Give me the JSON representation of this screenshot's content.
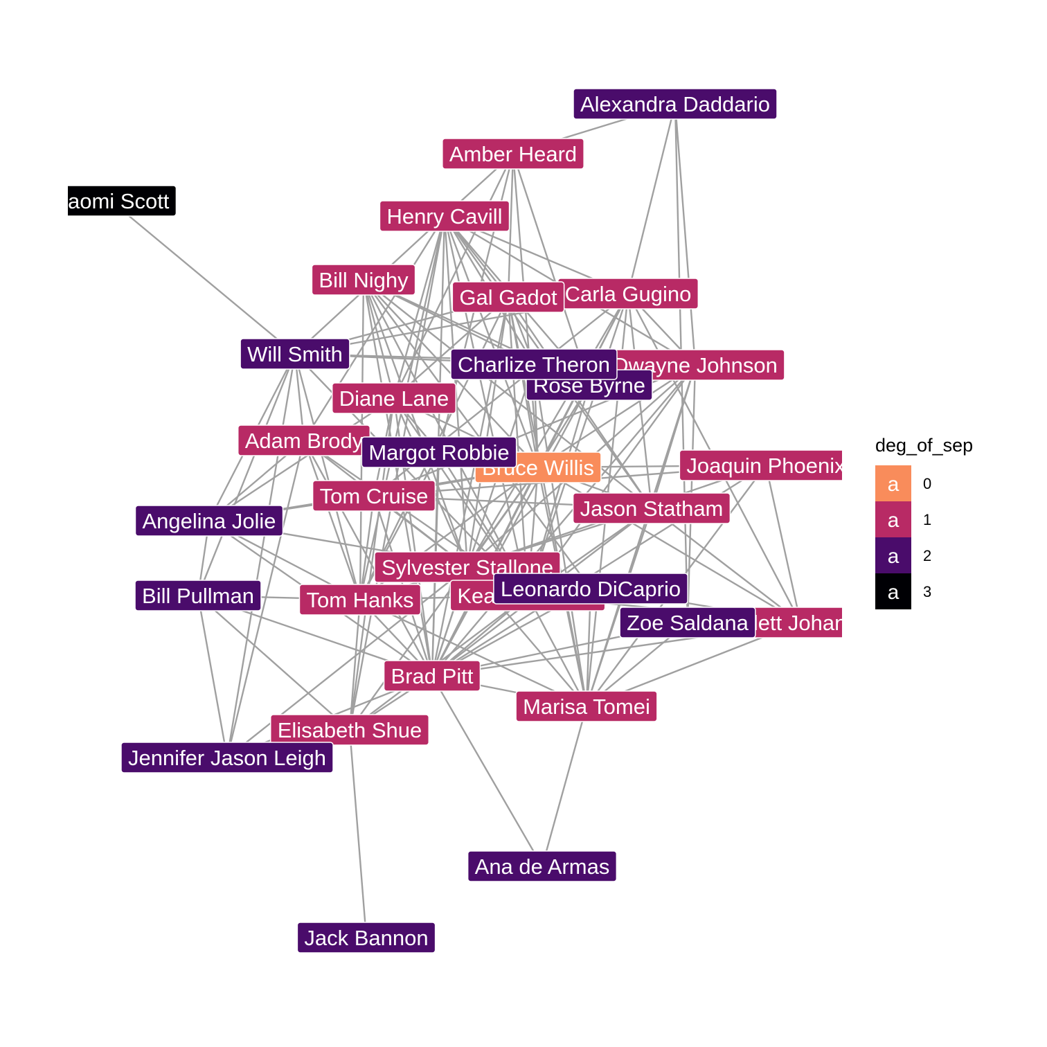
{
  "colors": {
    "edge": "#a0a0a0",
    "deg_0": "#f98c5b",
    "deg_1": "#b82a65",
    "deg_2": "#4a0c6b",
    "deg_3": "#000004"
  },
  "legend": {
    "title": "deg_of_sep",
    "key_glyph": "a",
    "levels": [
      "0",
      "1",
      "2",
      "3"
    ]
  },
  "nodes": [
    {
      "id": "alexandra",
      "label": "Alexandra Daddario",
      "deg": 2
    },
    {
      "id": "amber",
      "label": "Amber Heard",
      "deg": 1
    },
    {
      "id": "naomi",
      "label": "Naomi Scott",
      "deg": 3
    },
    {
      "id": "henry",
      "label": "Henry Cavill",
      "deg": 1
    },
    {
      "id": "billnighy",
      "label": "Bill Nighy",
      "deg": 1
    },
    {
      "id": "carla",
      "label": "Carla Gugino",
      "deg": 1
    },
    {
      "id": "gal",
      "label": "Gal Gadot",
      "deg": 1
    },
    {
      "id": "willsmith",
      "label": "Will Smith",
      "deg": 2
    },
    {
      "id": "dwayne",
      "label": "Dwayne Johnson",
      "deg": 1
    },
    {
      "id": "rose",
      "label": "Rose Byrne",
      "deg": 2
    },
    {
      "id": "charlize",
      "label": "Charlize Theron",
      "deg": 2
    },
    {
      "id": "diane",
      "label": "Diane Lane",
      "deg": 1
    },
    {
      "id": "adam",
      "label": "Adam Brody",
      "deg": 1
    },
    {
      "id": "bruce",
      "label": "Bruce Willis",
      "deg": 0
    },
    {
      "id": "margot",
      "label": "Margot Robbie",
      "deg": 2
    },
    {
      "id": "joaquin",
      "label": "Joaquin Phoenix",
      "deg": 1
    },
    {
      "id": "tomcruise",
      "label": "Tom Cruise",
      "deg": 1
    },
    {
      "id": "jason",
      "label": "Jason Statham",
      "deg": 1
    },
    {
      "id": "angelina",
      "label": "Angelina Jolie",
      "deg": 2
    },
    {
      "id": "sylvester",
      "label": "Sylvester Stallone",
      "deg": 1
    },
    {
      "id": "billpullman",
      "label": "Bill Pullman",
      "deg": 2
    },
    {
      "id": "tomhanks",
      "label": "Tom Hanks",
      "deg": 1
    },
    {
      "id": "keanu",
      "label": "Keanu Reeves",
      "deg": 1
    },
    {
      "id": "leonardo",
      "label": "Leonardo DiCaprio",
      "deg": 2
    },
    {
      "id": "scarlett",
      "label": "Scarlett Johansson",
      "deg": 1
    },
    {
      "id": "zoe",
      "label": "Zoe Saldana",
      "deg": 2
    },
    {
      "id": "brad",
      "label": "Brad Pitt",
      "deg": 1
    },
    {
      "id": "marisa",
      "label": "Marisa Tomei",
      "deg": 1
    },
    {
      "id": "elisabeth",
      "label": "Elisabeth Shue",
      "deg": 1
    },
    {
      "id": "jennifer",
      "label": "Jennifer Jason Leigh",
      "deg": 2
    },
    {
      "id": "ana",
      "label": "Ana de Armas",
      "deg": 2
    },
    {
      "id": "jack",
      "label": "Jack Bannon",
      "deg": 2
    }
  ],
  "edges": [
    [
      "alexandra",
      "amber"
    ],
    [
      "alexandra",
      "carla"
    ],
    [
      "alexandra",
      "dwayne"
    ],
    [
      "alexandra",
      "zoe"
    ],
    [
      "amber",
      "henry"
    ],
    [
      "amber",
      "gal"
    ],
    [
      "amber",
      "bruce"
    ],
    [
      "amber",
      "margot"
    ],
    [
      "amber",
      "rose"
    ],
    [
      "amber",
      "diane"
    ],
    [
      "naomi",
      "willsmith"
    ],
    [
      "henry",
      "gal"
    ],
    [
      "henry",
      "carla"
    ],
    [
      "henry",
      "dwayne"
    ],
    [
      "henry",
      "charlize"
    ],
    [
      "henry",
      "rose"
    ],
    [
      "henry",
      "diane"
    ],
    [
      "henry",
      "adam"
    ],
    [
      "henry",
      "bruce"
    ],
    [
      "henry",
      "jason"
    ],
    [
      "henry",
      "sylvester"
    ],
    [
      "henry",
      "tomhanks"
    ],
    [
      "henry",
      "keanu"
    ],
    [
      "henry",
      "elisabeth"
    ],
    [
      "henry",
      "willsmith"
    ],
    [
      "henry",
      "brad"
    ],
    [
      "billnighy",
      "charlize"
    ],
    [
      "billnighy",
      "bruce"
    ],
    [
      "billnighy",
      "diane"
    ],
    [
      "billnighy",
      "rose"
    ],
    [
      "billnighy",
      "tomhanks"
    ],
    [
      "billnighy",
      "sylvester"
    ],
    [
      "billnighy",
      "keanu"
    ],
    [
      "billnighy",
      "leonardo"
    ],
    [
      "billnighy",
      "brad"
    ],
    [
      "billnighy",
      "jason"
    ],
    [
      "carla",
      "willsmith"
    ],
    [
      "carla",
      "bruce"
    ],
    [
      "carla",
      "dwayne"
    ],
    [
      "carla",
      "jason"
    ],
    [
      "carla",
      "tomcruise"
    ],
    [
      "carla",
      "sylvester"
    ],
    [
      "carla",
      "keanu"
    ],
    [
      "carla",
      "scarlett"
    ],
    [
      "carla",
      "marisa"
    ],
    [
      "carla",
      "brad"
    ],
    [
      "gal",
      "willsmith"
    ],
    [
      "gal",
      "bruce"
    ],
    [
      "gal",
      "charlize"
    ],
    [
      "gal",
      "jason"
    ],
    [
      "gal",
      "sylvester"
    ],
    [
      "gal",
      "keanu"
    ],
    [
      "gal",
      "marisa"
    ],
    [
      "gal",
      "brad"
    ],
    [
      "gal",
      "tomhanks"
    ],
    [
      "gal",
      "diane"
    ],
    [
      "willsmith",
      "charlize"
    ],
    [
      "willsmith",
      "dwayne"
    ],
    [
      "willsmith",
      "adam"
    ],
    [
      "willsmith",
      "angelina"
    ],
    [
      "willsmith",
      "tomhanks"
    ],
    [
      "willsmith",
      "jennifer"
    ],
    [
      "willsmith",
      "keanu"
    ],
    [
      "willsmith",
      "billpullman"
    ],
    [
      "dwayne",
      "bruce"
    ],
    [
      "dwayne",
      "jason"
    ],
    [
      "dwayne",
      "tomcruise"
    ],
    [
      "dwayne",
      "keanu"
    ],
    [
      "dwayne",
      "marisa"
    ],
    [
      "dwayne",
      "brad"
    ],
    [
      "dwayne",
      "zoe"
    ],
    [
      "dwayne",
      "sylvester"
    ],
    [
      "diane",
      "bruce"
    ],
    [
      "diane",
      "tomcruise"
    ],
    [
      "diane",
      "sylvester"
    ],
    [
      "diane",
      "keanu"
    ],
    [
      "diane",
      "brad"
    ],
    [
      "diane",
      "elisabeth"
    ],
    [
      "diane",
      "angelina"
    ],
    [
      "diane",
      "margot"
    ],
    [
      "adam",
      "bruce"
    ],
    [
      "adam",
      "tomhanks"
    ],
    [
      "adam",
      "brad"
    ],
    [
      "adam",
      "jennifer"
    ],
    [
      "adam",
      "angelina"
    ],
    [
      "adam",
      "keanu"
    ],
    [
      "adam",
      "sylvester"
    ],
    [
      "bruce",
      "joaquin"
    ],
    [
      "bruce",
      "tomcruise"
    ],
    [
      "bruce",
      "jason"
    ],
    [
      "bruce",
      "sylvester"
    ],
    [
      "bruce",
      "tomhanks"
    ],
    [
      "bruce",
      "keanu"
    ],
    [
      "bruce",
      "brad"
    ],
    [
      "bruce",
      "marisa"
    ],
    [
      "bruce",
      "elisabeth"
    ],
    [
      "bruce",
      "scarlett"
    ],
    [
      "bruce",
      "angelina"
    ],
    [
      "bruce",
      "margot"
    ],
    [
      "bruce",
      "rose"
    ],
    [
      "bruce",
      "charlize"
    ],
    [
      "joaquin",
      "tomcruise"
    ],
    [
      "joaquin",
      "scarlett"
    ],
    [
      "joaquin",
      "marisa"
    ],
    [
      "joaquin",
      "sylvester"
    ],
    [
      "joaquin",
      "brad"
    ],
    [
      "tomcruise",
      "jason"
    ],
    [
      "tomcruise",
      "sylvester"
    ],
    [
      "tomcruise",
      "tomhanks"
    ],
    [
      "tomcruise",
      "brad"
    ],
    [
      "tomcruise",
      "angelina"
    ],
    [
      "jason",
      "sylvester"
    ],
    [
      "jason",
      "keanu"
    ],
    [
      "jason",
      "brad"
    ],
    [
      "jason",
      "marisa"
    ],
    [
      "jason",
      "scarlett"
    ],
    [
      "angelina",
      "scarlett"
    ],
    [
      "angelina",
      "brad"
    ],
    [
      "angelina",
      "tomhanks"
    ],
    [
      "angelina",
      "billpullman"
    ],
    [
      "sylvester",
      "tomhanks"
    ],
    [
      "sylvester",
      "keanu"
    ],
    [
      "sylvester",
      "brad"
    ],
    [
      "sylvester",
      "marisa"
    ],
    [
      "sylvester",
      "jennifer"
    ],
    [
      "billpullman",
      "tomhanks"
    ],
    [
      "billpullman",
      "jennifer"
    ],
    [
      "billpullman",
      "elisabeth"
    ],
    [
      "billpullman",
      "brad"
    ],
    [
      "tomhanks",
      "keanu"
    ],
    [
      "tomhanks",
      "brad"
    ],
    [
      "tomhanks",
      "elisabeth"
    ],
    [
      "tomhanks",
      "marisa"
    ],
    [
      "keanu",
      "brad"
    ],
    [
      "keanu",
      "marisa"
    ],
    [
      "keanu",
      "scarlett"
    ],
    [
      "keanu",
      "elisabeth"
    ],
    [
      "scarlett",
      "brad"
    ],
    [
      "scarlett",
      "marisa"
    ],
    [
      "brad",
      "marisa"
    ],
    [
      "brad",
      "elisabeth"
    ],
    [
      "brad",
      "ana"
    ],
    [
      "brad",
      "jennifer"
    ],
    [
      "marisa",
      "ana"
    ],
    [
      "elisabeth",
      "jack"
    ],
    [
      "margot",
      "keanu"
    ],
    [
      "margot",
      "brad"
    ],
    [
      "margot",
      "tomhanks"
    ],
    [
      "charlize",
      "marisa"
    ],
    [
      "charlize",
      "brad"
    ],
    [
      "rose",
      "keanu"
    ],
    [
      "rose",
      "brad"
    ],
    [
      "leonardo",
      "marisa"
    ],
    [
      "leonardo",
      "brad"
    ],
    [
      "zoe",
      "marisa"
    ],
    [
      "zoe",
      "brad"
    ]
  ]
}
